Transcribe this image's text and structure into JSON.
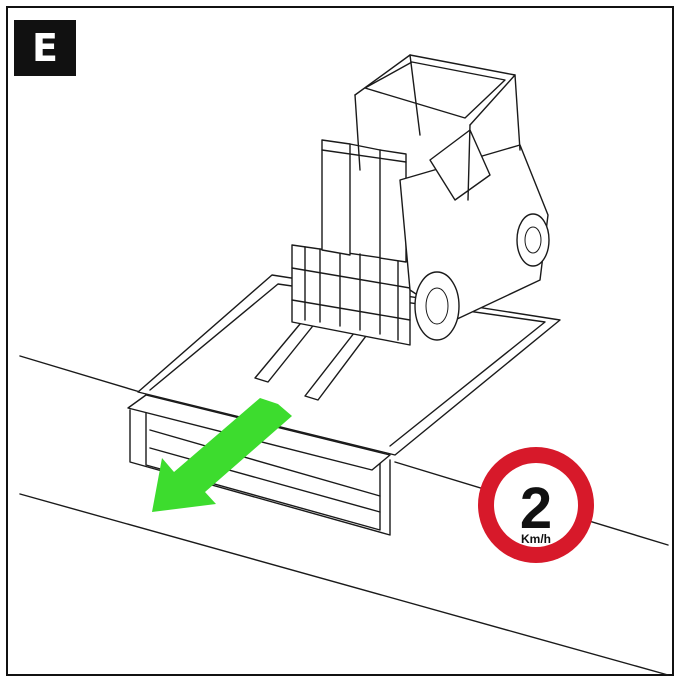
{
  "panel": {
    "label": "E"
  },
  "sign": {
    "speed": "2",
    "unit": "Km/h",
    "ring_color": "#d7192a"
  },
  "arrow": {
    "color": "#3ddc2e",
    "direction": "down-left"
  }
}
